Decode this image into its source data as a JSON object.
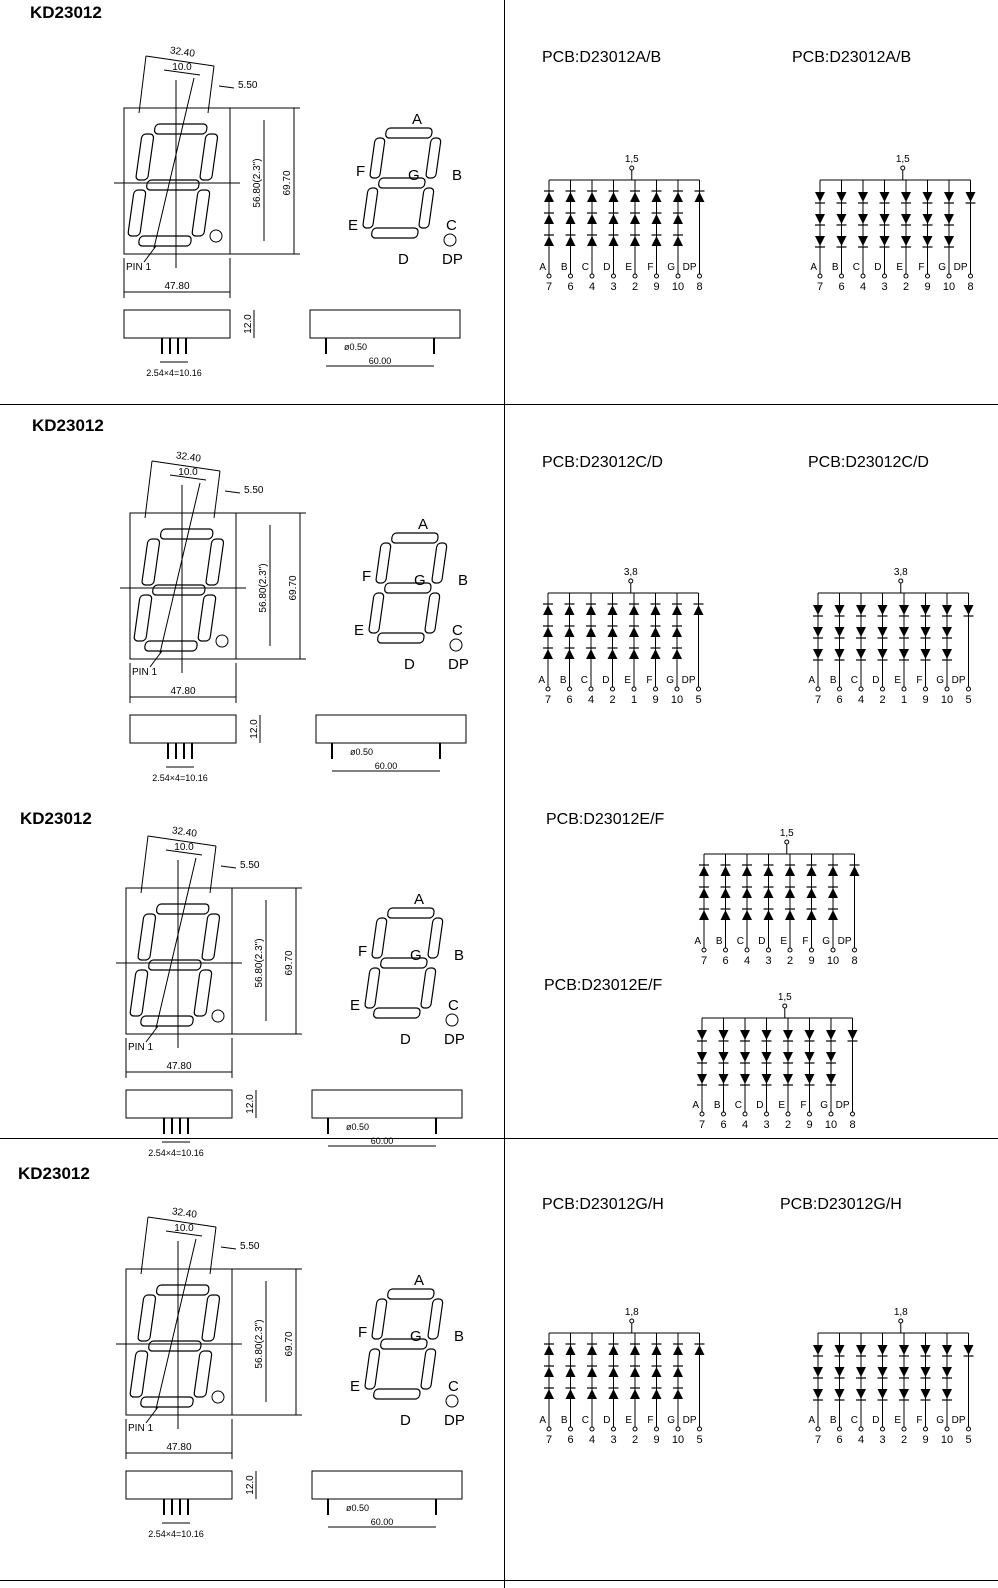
{
  "sections": [
    {
      "model": "KD23012",
      "drawing": {
        "width_top": "32.40",
        "seg_width": "10.0",
        "seg_gap": "5.50",
        "digit_height": "56.80(2.3\")",
        "total_height": "69.70",
        "total_width": "47.80",
        "depth": "12.0",
        "pin_pitch": "2.54×4=10.16",
        "pin_dia": "ø0.50",
        "pin_row": "60.00",
        "pin1": "PIN 1"
      },
      "segments": [
        "A",
        "B",
        "C",
        "D",
        "E",
        "F",
        "G",
        "DP"
      ],
      "circuits": [
        {
          "pcb": "PCB:D23012A/B",
          "common": "1,5",
          "polarity": "anode",
          "labels": [
            "A",
            "B",
            "C",
            "D",
            "E",
            "F",
            "G",
            "DP"
          ],
          "pins": [
            "7",
            "6",
            "4",
            "3",
            "2",
            "9",
            "10",
            "8"
          ]
        },
        {
          "pcb": "PCB:D23012A/B",
          "common": "1,5",
          "polarity": "cathode",
          "labels": [
            "A",
            "B",
            "C",
            "D",
            "E",
            "F",
            "G",
            "DP"
          ],
          "pins": [
            "7",
            "6",
            "4",
            "3",
            "2",
            "9",
            "10",
            "8"
          ]
        }
      ]
    },
    {
      "model": "KD23012",
      "drawing": {
        "width_top": "32.40",
        "seg_width": "10.0",
        "seg_gap": "5.50",
        "digit_height": "56.80(2.3\")",
        "total_height": "69.70",
        "total_width": "47.80",
        "depth": "12.0",
        "pin_pitch": "2.54×4=10.16",
        "pin_dia": "ø0.50",
        "pin_row": "60.00",
        "pin1": "PIN 1"
      },
      "segments": [
        "A",
        "B",
        "C",
        "D",
        "E",
        "F",
        "G",
        "DP"
      ],
      "circuits": [
        {
          "pcb": "PCB:D23012C/D",
          "common": "3,8",
          "polarity": "anode",
          "labels": [
            "A",
            "B",
            "C",
            "D",
            "E",
            "F",
            "G",
            "DP"
          ],
          "pins": [
            "7",
            "6",
            "4",
            "2",
            "1",
            "9",
            "10",
            "5"
          ]
        },
        {
          "pcb": "PCB:D23012C/D",
          "common": "3,8",
          "polarity": "cathode",
          "labels": [
            "A",
            "B",
            "C",
            "D",
            "E",
            "F",
            "G",
            "DP"
          ],
          "pins": [
            "7",
            "6",
            "4",
            "2",
            "1",
            "9",
            "10",
            "5"
          ]
        }
      ]
    },
    {
      "model": "KD23012",
      "drawing": {
        "width_top": "32.40",
        "seg_width": "10.0",
        "seg_gap": "5.50",
        "digit_height": "56.80(2.3\")",
        "total_height": "69.70",
        "total_width": "47.80",
        "depth": "12.0",
        "pin_pitch": "2.54×4=10.16",
        "pin_dia": "ø0.50",
        "pin_row": "60.00",
        "pin1": "PIN 1"
      },
      "segments": [
        "A",
        "B",
        "C",
        "D",
        "E",
        "F",
        "G",
        "DP"
      ],
      "circuits": [
        {
          "pcb": "PCB:D23012E/F",
          "common": "1,5",
          "polarity": "anode",
          "labels": [
            "A",
            "B",
            "C",
            "D",
            "E",
            "F",
            "G",
            "DP"
          ],
          "pins": [
            "7",
            "6",
            "4",
            "3",
            "2",
            "9",
            "10",
            "8"
          ]
        },
        {
          "pcb": "PCB:D23012E/F",
          "common": "1,5",
          "polarity": "cathode",
          "labels": [
            "A",
            "B",
            "C",
            "D",
            "E",
            "F",
            "G",
            "DP"
          ],
          "pins": [
            "7",
            "6",
            "4",
            "3",
            "2",
            "9",
            "10",
            "8"
          ]
        }
      ]
    },
    {
      "model": "KD23012",
      "drawing": {
        "width_top": "32.40",
        "seg_width": "10.0",
        "seg_gap": "5.50",
        "digit_height": "56.80(2.3\")",
        "total_height": "69.70",
        "total_width": "47.80",
        "depth": "12.0",
        "pin_pitch": "2.54×4=10.16",
        "pin_dia": "ø0.50",
        "pin_row": "60.00",
        "pin1": "PIN 1"
      },
      "segments": [
        "A",
        "B",
        "C",
        "D",
        "E",
        "F",
        "G",
        "DP"
      ],
      "circuits": [
        {
          "pcb": "PCB:D23012G/H",
          "common": "1,8",
          "polarity": "anode",
          "labels": [
            "A",
            "B",
            "C",
            "D",
            "E",
            "F",
            "G",
            "DP"
          ],
          "pins": [
            "7",
            "6",
            "4",
            "3",
            "2",
            "9",
            "10",
            "5"
          ]
        },
        {
          "pcb": "PCB:D23012G/H",
          "common": "1,8",
          "polarity": "cathode",
          "labels": [
            "A",
            "B",
            "C",
            "D",
            "E",
            "F",
            "G",
            "DP"
          ],
          "pins": [
            "7",
            "6",
            "4",
            "3",
            "2",
            "9",
            "10",
            "5"
          ]
        }
      ]
    }
  ]
}
